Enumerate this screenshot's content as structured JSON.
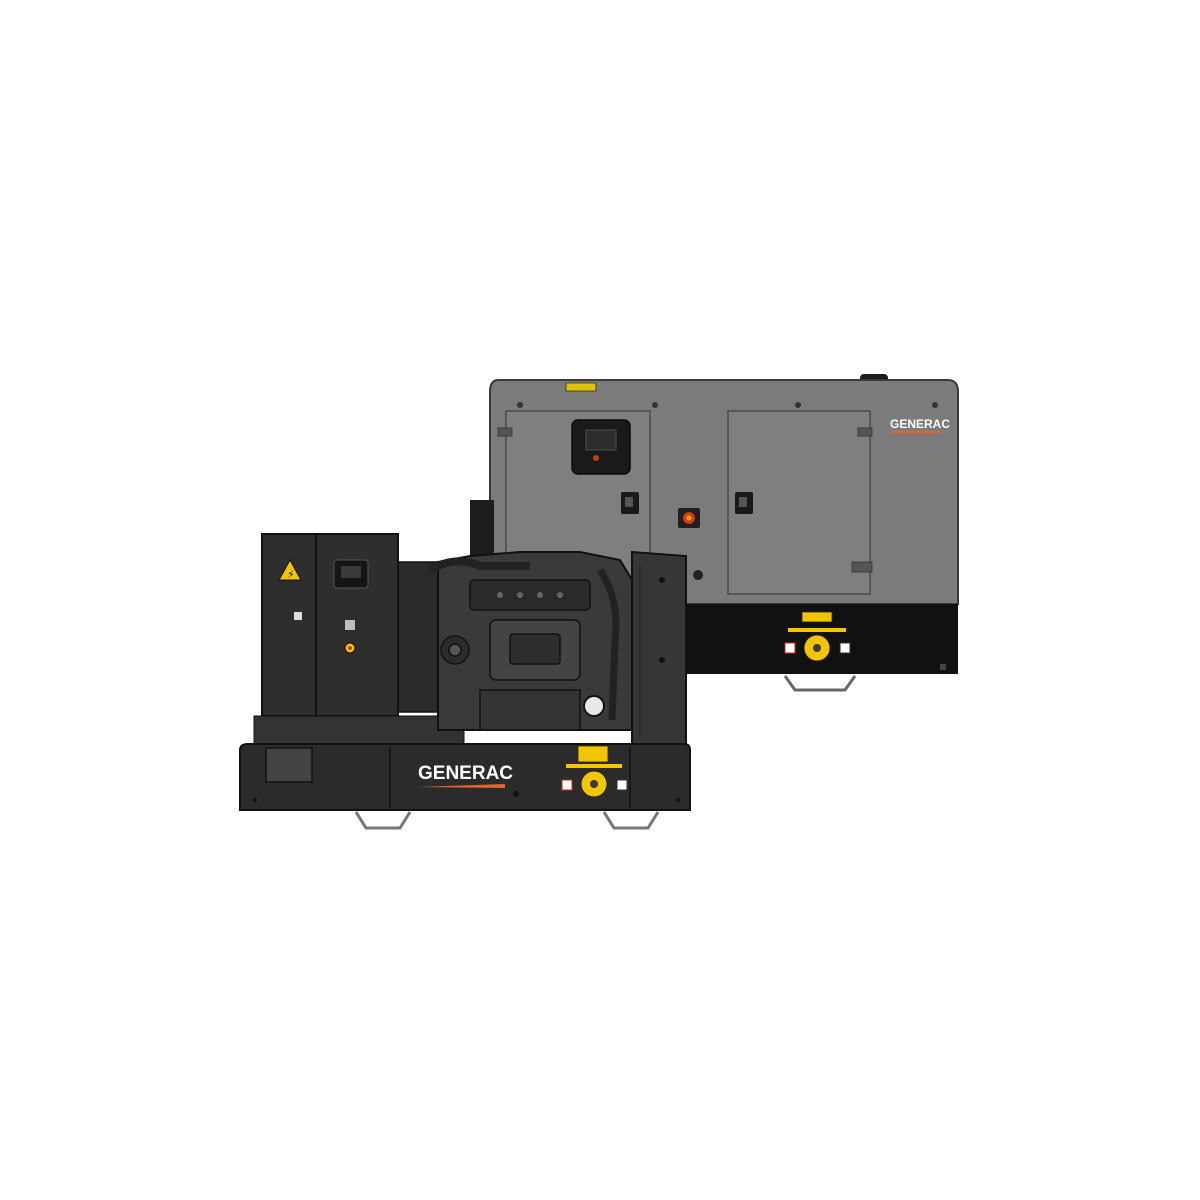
{
  "scene": {
    "background": "#ffffff",
    "subject": "two industrial diesel generator sets"
  },
  "enclosed_generator": {
    "brand_text": "GENERAC",
    "colors": {
      "housing": "#7a7a7a",
      "base": "#111111",
      "accent": "#e8652b"
    }
  },
  "open_generator": {
    "brand_text": "GENERAC",
    "colors": {
      "frame": "#2b2b2b",
      "engine": "#3a3a3a",
      "accent": "#e8652b",
      "fuel_cap": "#f2c500"
    }
  },
  "icons": [
    "warning-triangle-icon",
    "emergency-stop-icon",
    "fuel-cap-icon"
  ]
}
